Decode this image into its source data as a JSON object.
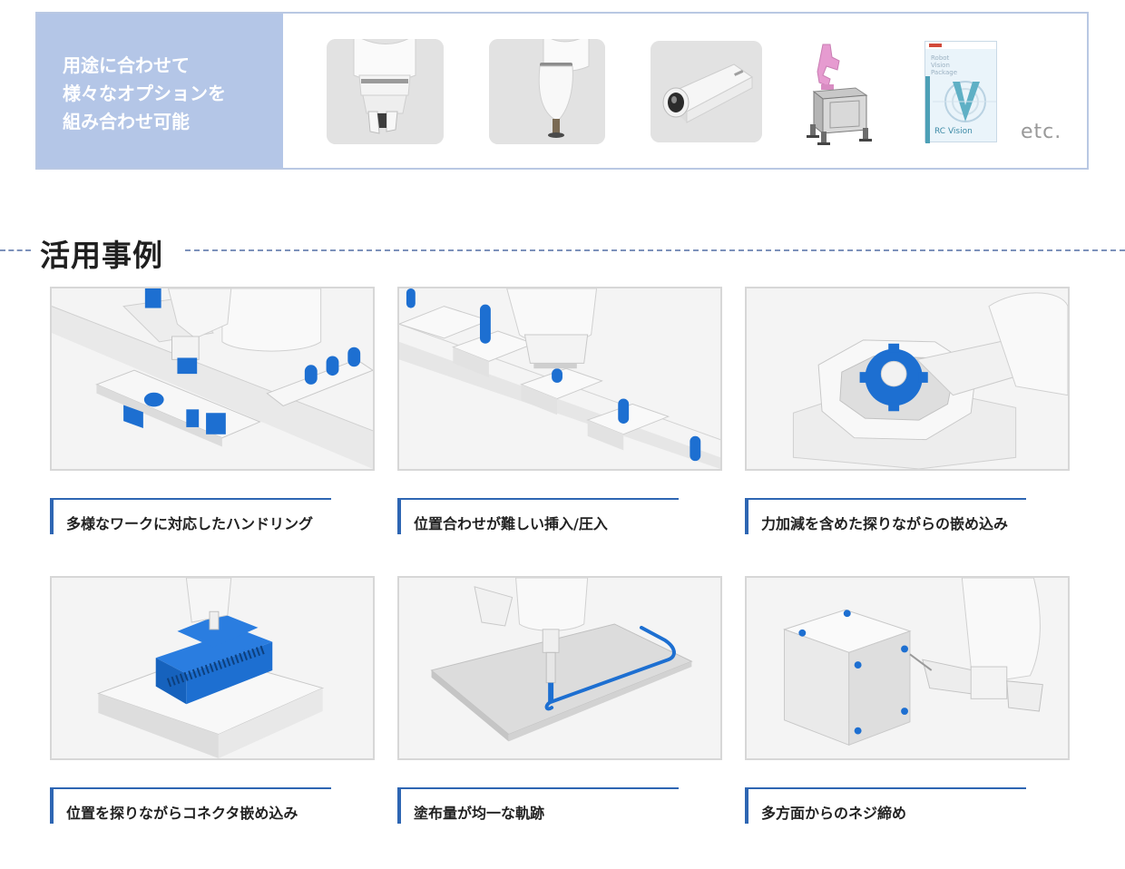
{
  "options": {
    "lead_lines": [
      "用途に合わせて",
      "様々なオプションを",
      "組み合わせ可能"
    ],
    "items": [
      {
        "icon": "gripper-hand-icon"
      },
      {
        "icon": "suction-tool-icon"
      },
      {
        "icon": "camera-icon"
      },
      {
        "icon": "robot-on-stand-icon"
      },
      {
        "icon": "vision-package-icon",
        "box_label_lines": [
          "Robot",
          "Vision",
          "Package"
        ],
        "brand": "RC Vision"
      }
    ],
    "etc_label": "etc."
  },
  "section": {
    "title": "活用事例"
  },
  "cases": [
    {
      "caption": "多様なワークに対応したハンドリング"
    },
    {
      "caption": "位置合わせが難しい挿入/圧入"
    },
    {
      "caption": "力加減を含めた探りながらの嵌め込み"
    },
    {
      "caption": "位置を探りながらコネクタ嵌め込み"
    },
    {
      "caption": "塗布量が均一な軌跡"
    },
    {
      "caption": "多方面からのネジ締め"
    }
  ],
  "colors": {
    "accent_blue": "#2e66b3",
    "part_blue": "#1d6fd1",
    "banner_blue": "#b4c6e7",
    "robot_pink": "#e69bd0"
  }
}
